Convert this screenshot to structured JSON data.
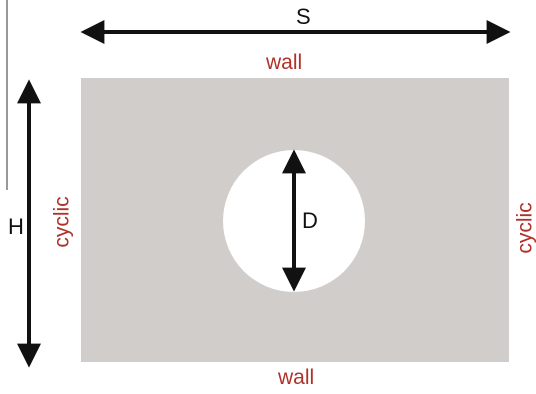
{
  "labels": {
    "spacing": "S",
    "height": "H",
    "diameter": "D",
    "boundary_top": "wall",
    "boundary_bottom": "wall",
    "boundary_left": "cyclic",
    "boundary_right": "cyclic"
  },
  "colors": {
    "domain_fill": "#d0cdca",
    "cylinder_fill": "#ffffff",
    "arrow": "#111111",
    "boundary_text": "#b0312a"
  }
}
